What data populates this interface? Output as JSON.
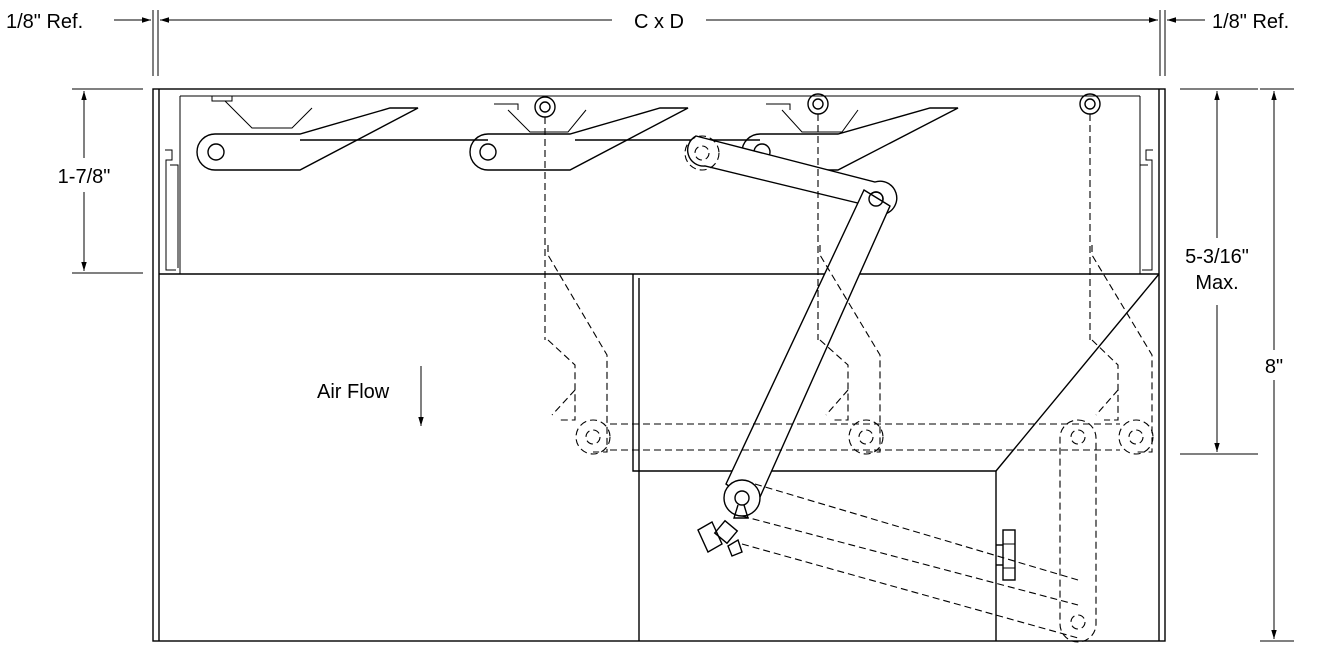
{
  "dimensions": {
    "top_left_ref": "1/8\" Ref.",
    "top_center": "C x D",
    "top_right_ref": "1/8\" Ref.",
    "left_height": "1-7/8\"",
    "right_inner_line1": "5-3/16\"",
    "right_inner_line2": "Max.",
    "right_outer": "8\""
  },
  "annotations": {
    "air_flow": "Air Flow"
  }
}
